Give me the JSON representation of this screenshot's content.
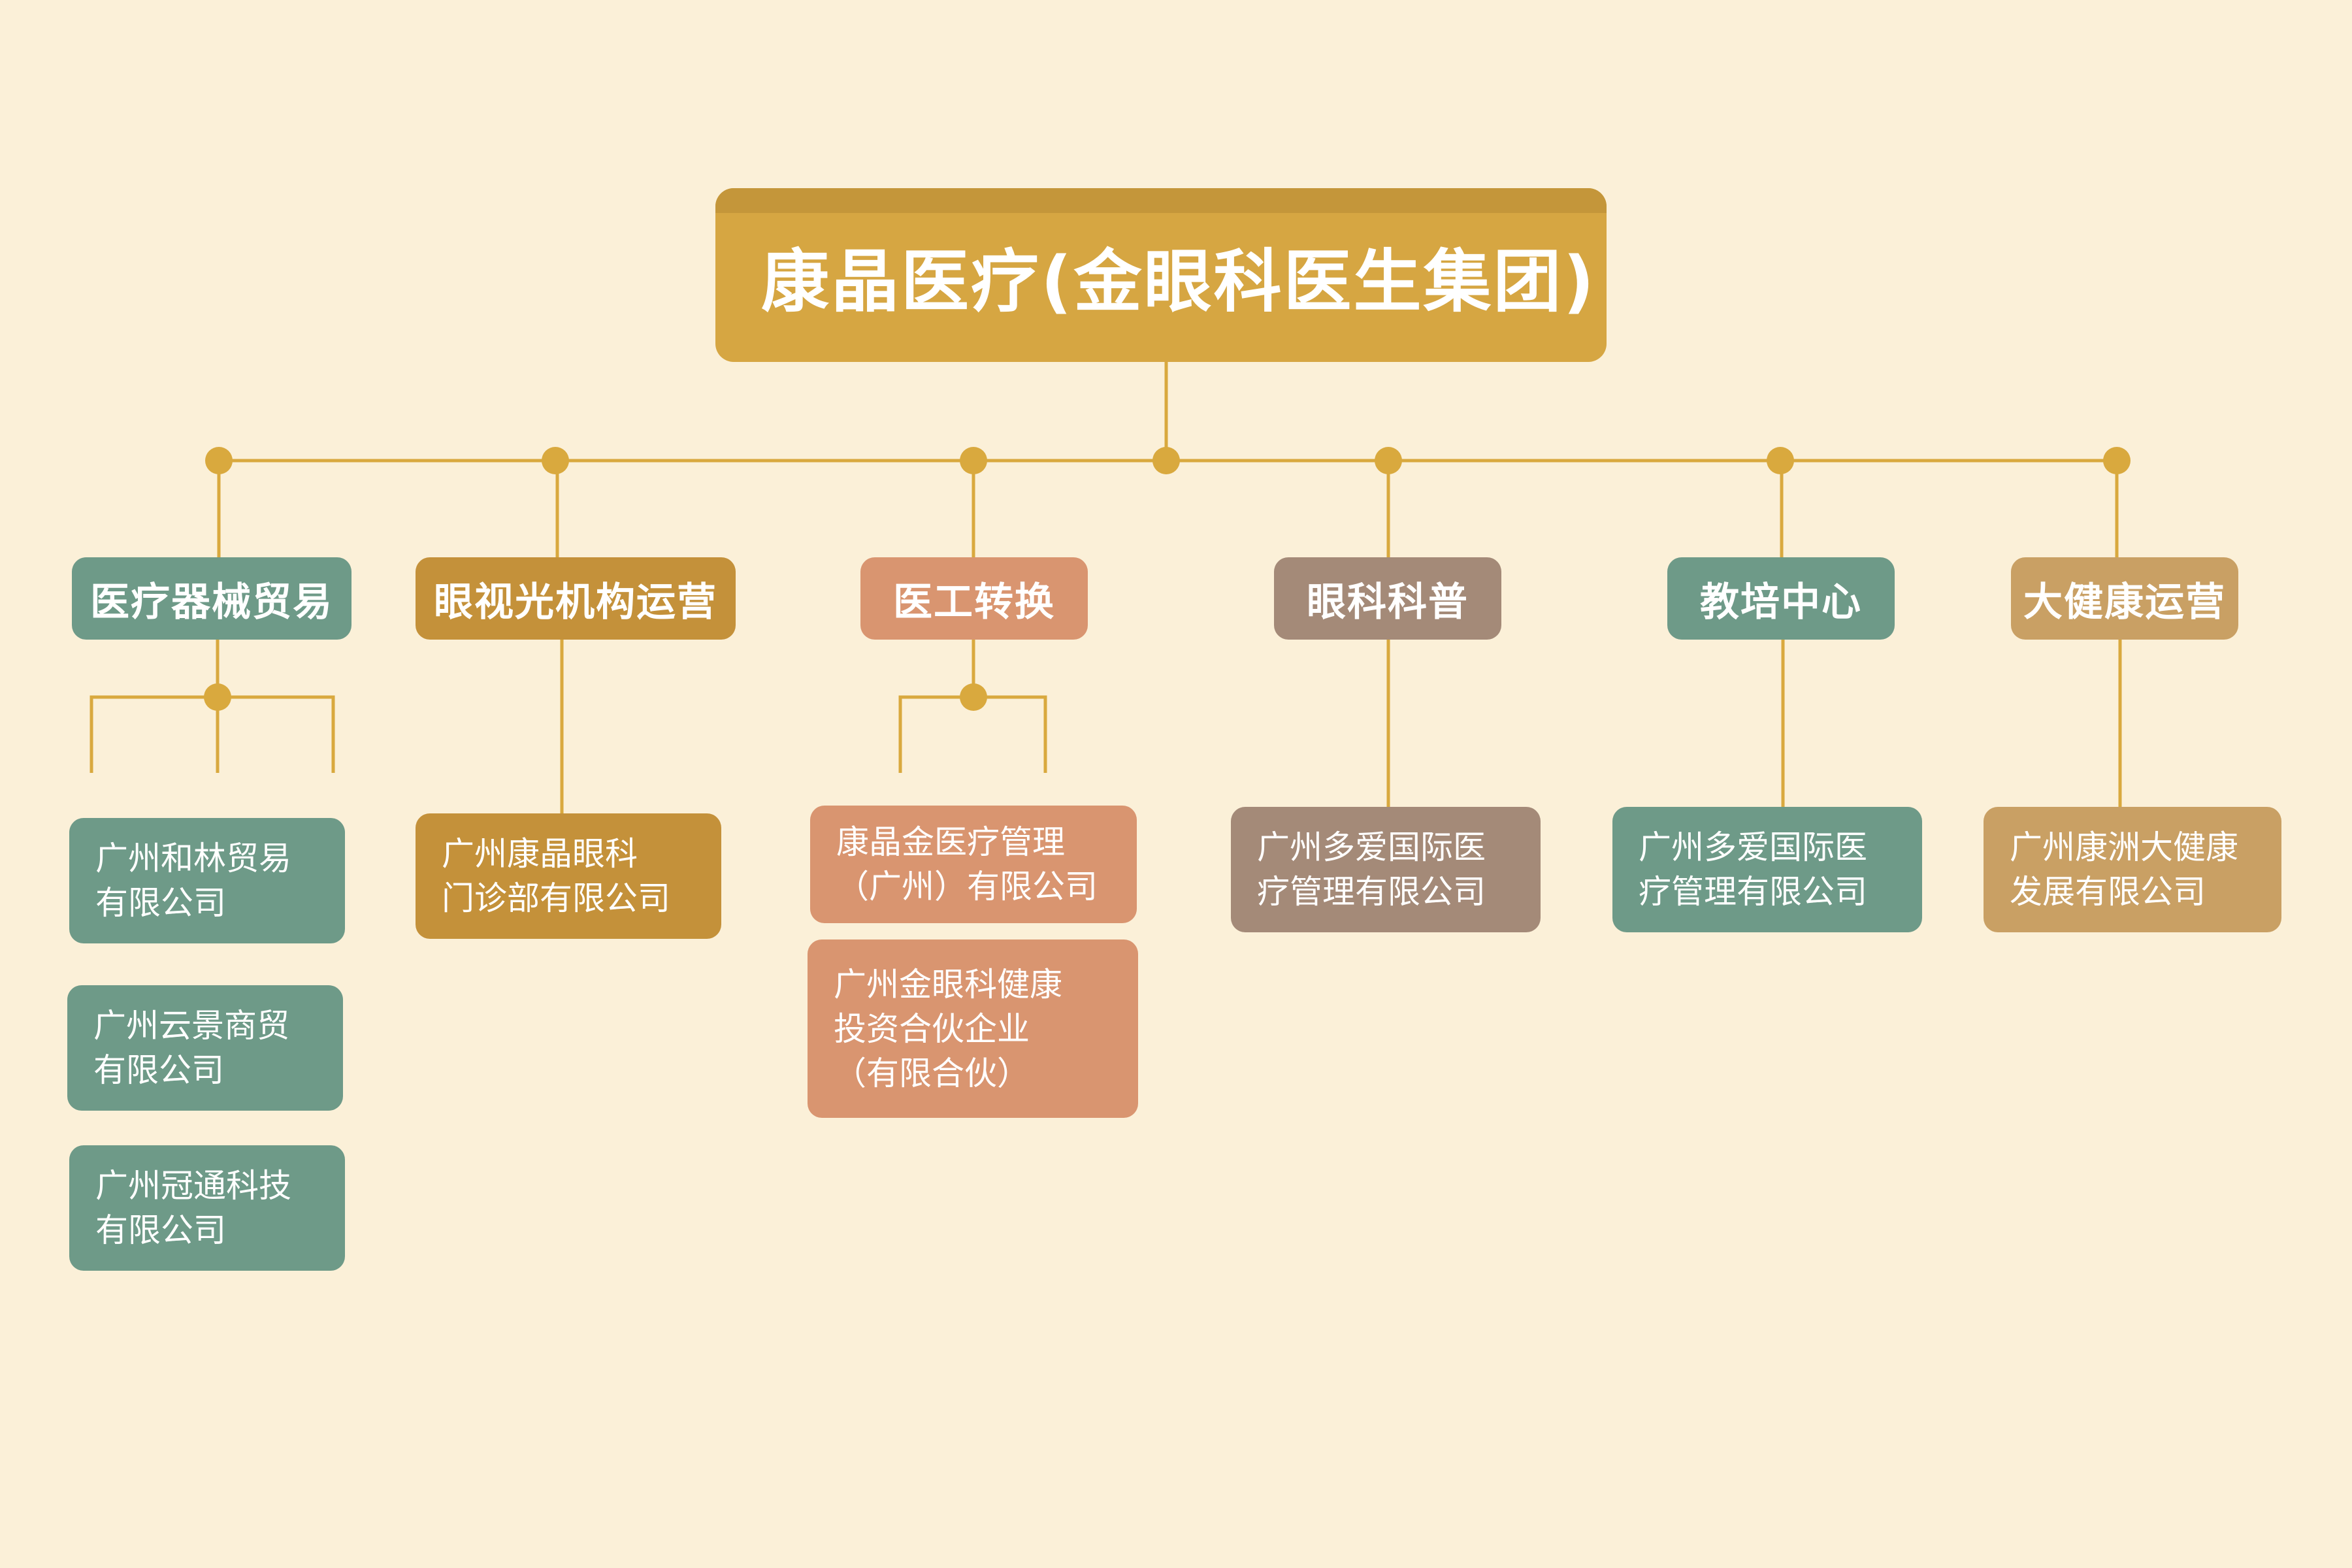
{
  "colors": {
    "background": "#FBF0D8",
    "connector": "#D9A93E",
    "green": "#6E9A88",
    "gold": "#C4913A",
    "salmon": "#D99570",
    "taupe": "#A48A78",
    "tan": "#C9A064",
    "root": "#D6A642"
  },
  "root": {
    "label": "康晶医疗(金眼科医生集团)"
  },
  "categories": [
    {
      "label": "医疗器械贸易",
      "color": "green",
      "children": [
        "广州和林贸易\n有限公司",
        "广州云景商贸\n有限公司",
        "广州冠通科技\n有限公司"
      ]
    },
    {
      "label": "眼视光机构运营",
      "color": "gold",
      "children": [
        "广州康晶眼科\n门诊部有限公司"
      ]
    },
    {
      "label": "医工转换",
      "color": "salmon",
      "children": [
        "康晶金医疗管理\n（广州）有限公司",
        "广州金眼科健康\n投资合伙企业\n（有限合伙）"
      ]
    },
    {
      "label": "眼科科普",
      "color": "taupe",
      "children": [
        "广州多爱国际医\n疗管理有限公司"
      ]
    },
    {
      "label": "教培中心",
      "color": "green",
      "children": [
        "广州多爱国际医\n疗管理有限公司"
      ]
    },
    {
      "label": "大健康运营",
      "color": "tan",
      "children": [
        "广州康洲大健康\n发展有限公司"
      ]
    }
  ]
}
